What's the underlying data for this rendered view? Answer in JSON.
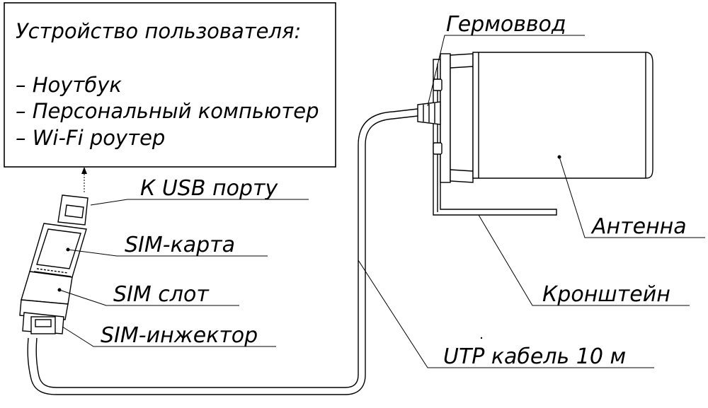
{
  "user_device": {
    "title": "Устройство пользователя:",
    "items": [
      "– Ноутбук",
      "– Персональный компьютер",
      "– Wi-Fi роутер"
    ]
  },
  "labels": {
    "usb_port": "К USB порту",
    "sim_card": "SIM-карта",
    "sim_slot": "SIM слот",
    "sim_injector": "SIM-инжектор",
    "gland": "Гермоввод",
    "antenna": "Антенна",
    "bracket": "Кронштейн",
    "cable": "UTP кабель 10 м"
  }
}
